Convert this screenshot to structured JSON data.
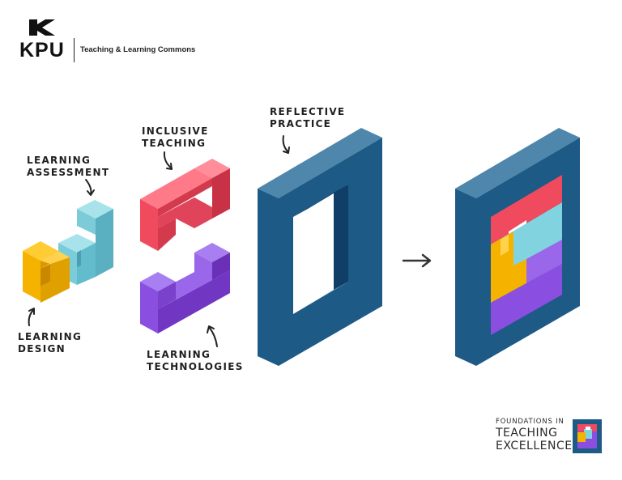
{
  "header": {
    "logo_text": "KPU",
    "unit_name": "Teaching & Learning Commons"
  },
  "labels": {
    "learning_assessment": [
      "LEARNING",
      "ASSESSMENT"
    ],
    "inclusive_teaching": [
      "INCLUSIVE",
      "TEACHING"
    ],
    "reflective_practice": [
      "REFLECTIVE",
      "PRACTICE"
    ],
    "learning_design": [
      "LEARNING",
      "DESIGN"
    ],
    "learning_technologies": [
      "LEARNING",
      "TECHNOLOGIES"
    ]
  },
  "colors": {
    "yellow": "#f5b300",
    "cyan": "#82d3e0",
    "red": "#ef4a5e",
    "purple": "#8a4fe0",
    "frame": "#1d5a86",
    "frame_top": "#4f86ac"
  },
  "footer": {
    "line1": "FOUNDATIONS IN",
    "line2": "TEACHING",
    "line3": "EXCELLENCE"
  }
}
